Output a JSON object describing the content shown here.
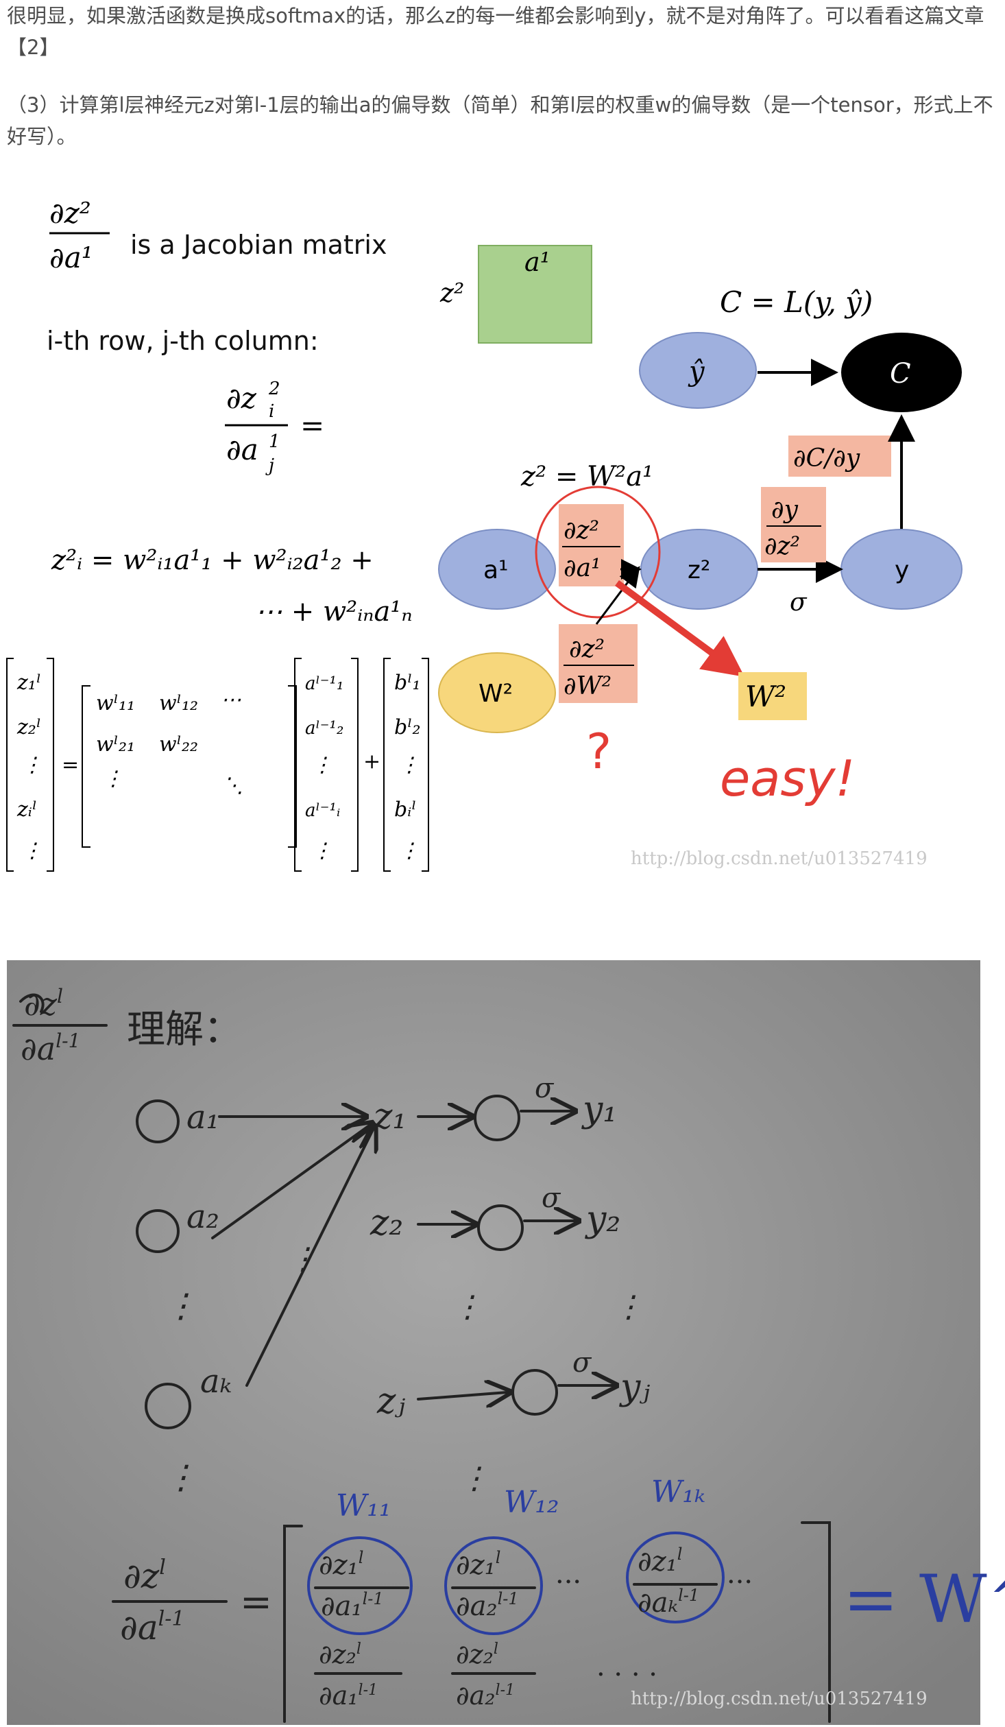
{
  "paragraphs": {
    "p1": "很明显，如果激活函数是换成softmax的话，那么z的每一维都会影响到y，就不是对角阵了。可以看看这篇文章【2】",
    "p2": "（3）计算第l层神经元z对第l-1层的输出a的偏导数（简单）和第l层的权重w的偏导数（是一个tensor，形式上不好写）。"
  },
  "figure1": {
    "jacobian_label": "is a Jacobian matrix",
    "row_col_label": "i-th row, j-th column:",
    "equation_label": "z² = W²a¹",
    "cost_label": "C = L(y, ŷ)",
    "nodes": {
      "a1": "a¹",
      "z2": "z²",
      "y": "y",
      "yhat": "ŷ",
      "C": "C",
      "W2": "W²"
    },
    "sigma": "σ",
    "box_dC_dy": "∂C/∂y",
    "box_W2": "W²",
    "square_z": "z²",
    "square_a": "a¹",
    "question_mark": "?",
    "easy_text": "easy!",
    "watermark": "http://blog.csdn.net/u013527419",
    "colors": {
      "node_blue": "#9fb0de",
      "node_yellow": "#f7d77c",
      "box_orange": "#f4b7a1",
      "square_green": "#a9d08e",
      "arrow_red": "#e33c35",
      "black": "#000000"
    }
  },
  "figure2": {
    "title_text": "理解：",
    "inputs": [
      "a₁",
      "a₂",
      "⋮",
      "aₖ"
    ],
    "outputs_z": [
      "z₁",
      "z₂",
      "zⱼ"
    ],
    "sigma": "σ",
    "outputs_y": [
      "y₁",
      "y₂",
      "yⱼ"
    ],
    "weights": [
      "W₁₁",
      "W₁₂",
      "W₁ₖ"
    ],
    "result": "= W^l",
    "watermark": "http://blog.csdn.net/u013527419",
    "colors": {
      "paper": "#8f8f8f",
      "ink": "#222222",
      "blue_ink": "#2a3ea0"
    }
  }
}
